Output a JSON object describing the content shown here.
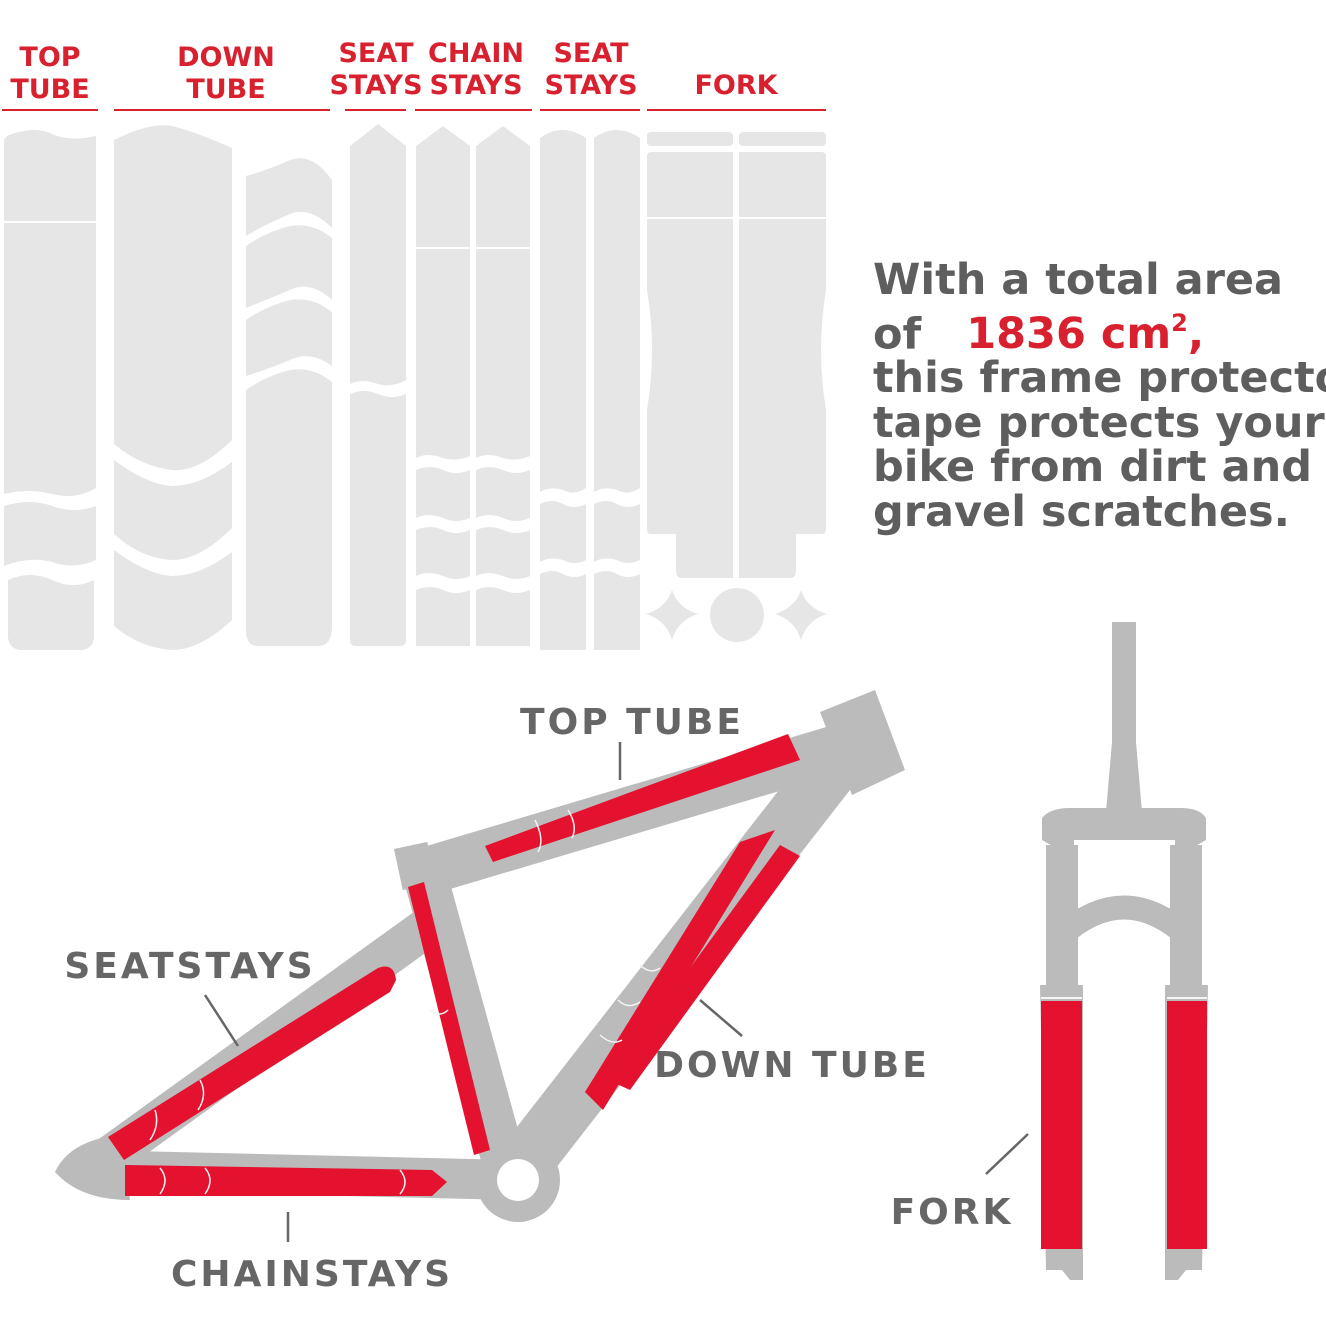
{
  "colors": {
    "accent": "#d8202f",
    "sticker": "#e6e6e6",
    "frame": "#bbbbbb",
    "protector": "#e4112f",
    "text": "#5e5e5e"
  },
  "columns": {
    "top_tube": [
      "TOP",
      "TUBE"
    ],
    "down_tube": [
      "DOWN",
      "TUBE"
    ],
    "seat_stays_1": [
      "SEAT",
      "STAYS"
    ],
    "chain_stays": [
      "CHAIN",
      "STAYS"
    ],
    "seat_stays_2": [
      "SEAT",
      "STAYS"
    ],
    "fork": "FORK"
  },
  "headline": {
    "l1": "With a total area",
    "l2a": "of ",
    "value": "1836 cm",
    "sup": "2",
    "l2b": ",",
    "l3": "this frame protector",
    "l4": "tape protects your",
    "l5": "bike from dirt and",
    "l6": "gravel scratches."
  },
  "callouts": {
    "top_tube": "TOP TUBE",
    "seatstays": "SEATSTAYS",
    "down_tube": "DOWN TUBE",
    "chainstays": "CHAINSTAYS",
    "fork": "FORK"
  }
}
